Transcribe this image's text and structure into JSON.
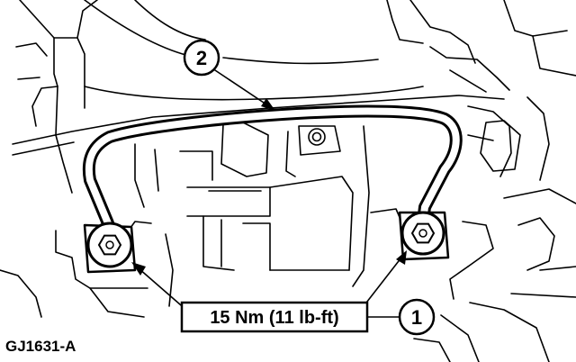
{
  "figure": {
    "id": "GJ1631-A",
    "callouts": [
      {
        "number": "2"
      },
      {
        "number": "1",
        "label": "15 Nm (11 lb-ft)"
      }
    ]
  },
  "colors": {
    "line": "#000000",
    "background": "#ffffff",
    "shading": "#e6e6e6"
  }
}
